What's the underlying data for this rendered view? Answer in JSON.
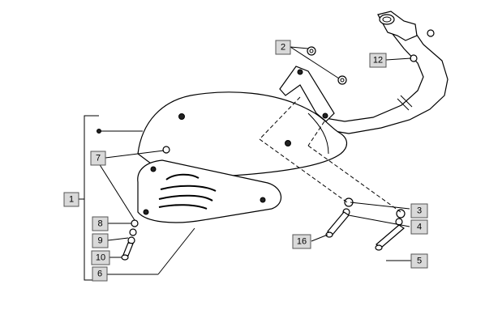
{
  "callouts": [
    {
      "id": "c1",
      "label": "1"
    },
    {
      "id": "c2",
      "label": "2"
    },
    {
      "id": "c3",
      "label": "3"
    },
    {
      "id": "c4",
      "label": "4"
    },
    {
      "id": "c5",
      "label": "5"
    },
    {
      "id": "c6",
      "label": "6"
    },
    {
      "id": "c7",
      "label": "7"
    },
    {
      "id": "c8",
      "label": "8"
    },
    {
      "id": "c9",
      "label": "9"
    },
    {
      "id": "c10",
      "label": "10"
    },
    {
      "id": "c12",
      "label": "12"
    },
    {
      "id": "c16",
      "label": "16"
    }
  ]
}
